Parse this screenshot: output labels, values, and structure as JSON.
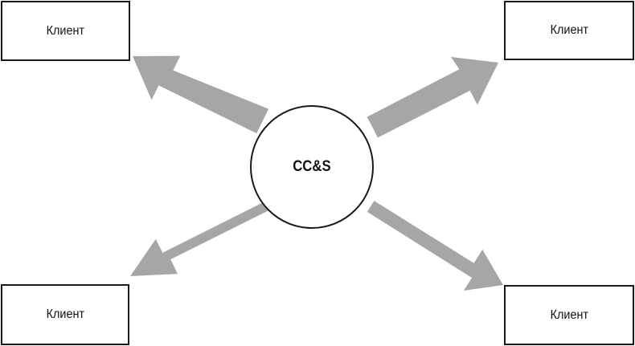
{
  "hub": {
    "label": "CC&S"
  },
  "clients": [
    {
      "label": "Клиент"
    },
    {
      "label": "Клиент"
    },
    {
      "label": "Клиент"
    },
    {
      "label": "Клиент"
    }
  ],
  "colors": {
    "arrow": "#a6a6a6",
    "outline": "#1a1a1a",
    "background": "#ffffff"
  }
}
